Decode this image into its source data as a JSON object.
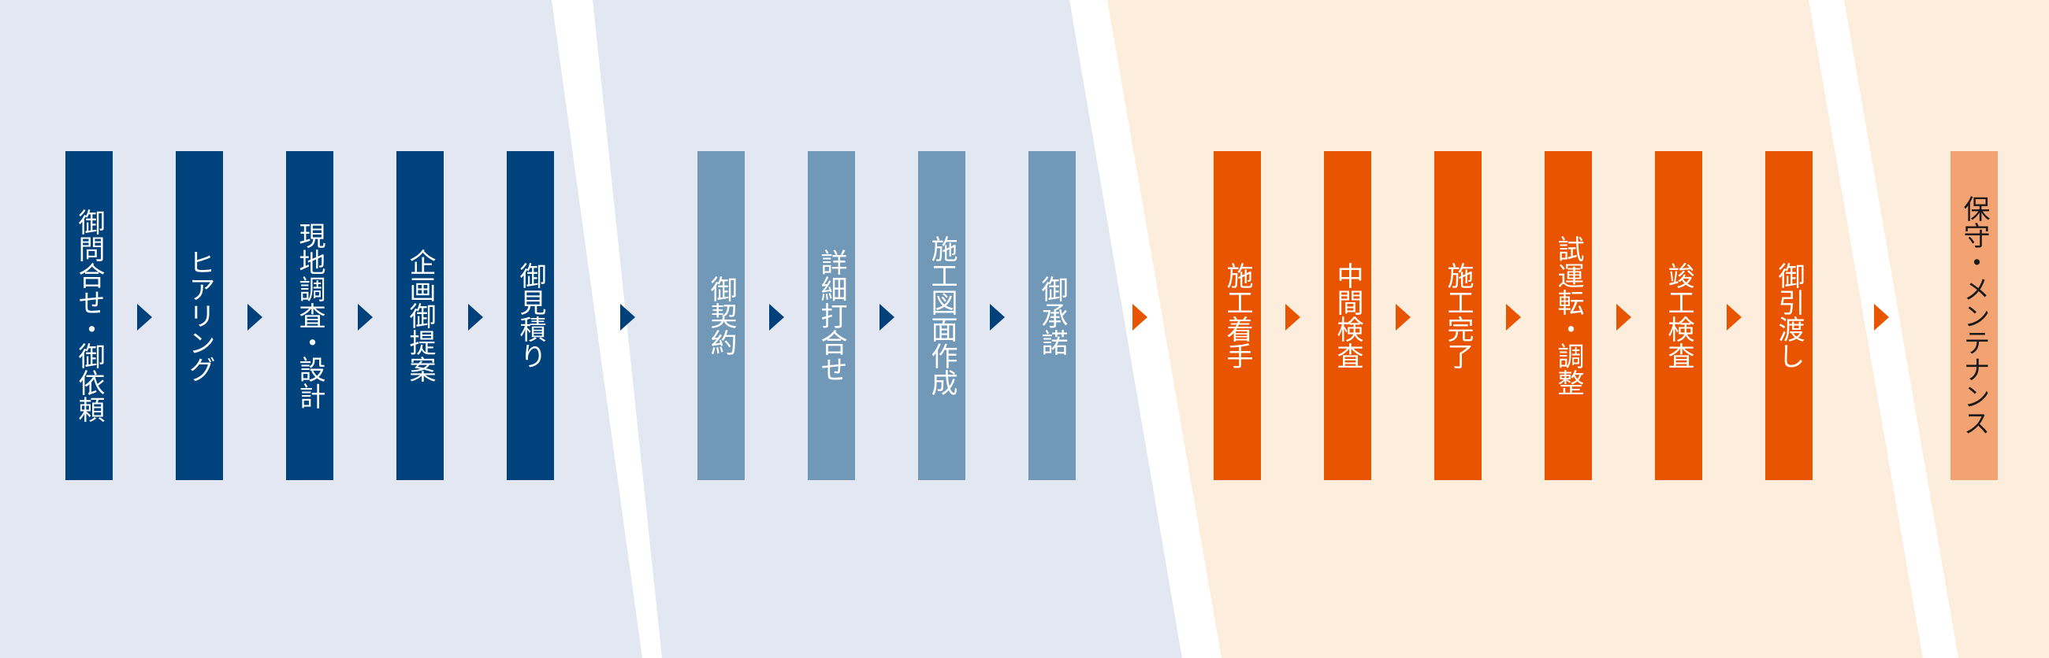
{
  "colors": {
    "band_bg_blue": "#e3e7f1",
    "band_bg_orange": "#fdeddc",
    "separator": "#ffffff",
    "step_navy": "#00427c",
    "step_steel": "#7298b8",
    "step_orange": "#e85400",
    "step_light_orange": "#f3a271",
    "arrow_navy": "#00417b",
    "arrow_orange": "#e85400"
  },
  "phases": [
    {
      "steps": [
        {
          "label": "御問合せ・御依頼",
          "color": "#00427c"
        },
        {
          "label": "ヒアリング",
          "color": "#00427c"
        },
        {
          "label": "現地調査・設計",
          "color": "#00427c"
        },
        {
          "label": "企画御提案",
          "color": "#00427c"
        },
        {
          "label": "御見積り",
          "color": "#00427c"
        }
      ]
    },
    {
      "steps": [
        {
          "label": "御契約",
          "color": "#7298b8"
        },
        {
          "label": "詳細打合せ",
          "color": "#7298b8"
        },
        {
          "label": "施工図面作成",
          "color": "#7298b8"
        },
        {
          "label": "御承諾",
          "color": "#7298b8"
        }
      ]
    },
    {
      "steps": [
        {
          "label": "施工着手",
          "color": "#e85400"
        },
        {
          "label": "中間検査",
          "color": "#e85400"
        },
        {
          "label": "施工完了",
          "color": "#e85400"
        },
        {
          "label": "試運転・調整",
          "color": "#e85400"
        },
        {
          "label": "竣工検査",
          "color": "#e85400"
        },
        {
          "label": "御引渡し",
          "color": "#e85400"
        }
      ]
    },
    {
      "steps": [
        {
          "label": "保守・メンテナンス",
          "color": "#f3a271",
          "text_color": "#1a1a1a"
        }
      ]
    }
  ]
}
